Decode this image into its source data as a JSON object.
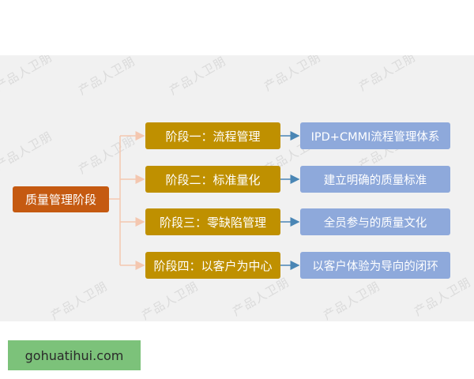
{
  "diagram": {
    "root": {
      "label": "质量管理阶段",
      "color": "#c55a11"
    },
    "stages": [
      {
        "label": "阶段一：流程管理",
        "description": "IPD+CMMI流程管理体系"
      },
      {
        "label": "阶段二：标准量化",
        "description": "建立明确的质量标准"
      },
      {
        "label": "阶段三：零缺陷管理",
        "description": "全员参与的质量文化"
      },
      {
        "label": "阶段四：以客户为中心",
        "description": "以客户体验为导向的闭环"
      }
    ],
    "colors": {
      "stage": "#bf9000",
      "description": "#8ea9db",
      "connector_root": "#f4c7b0",
      "connector_stage": "#4a86b5",
      "background": "#f1f1f1"
    },
    "watermark": "产品人卫朋"
  },
  "footer": {
    "label": "gohuatihui.com",
    "color": "#7cc27a"
  }
}
